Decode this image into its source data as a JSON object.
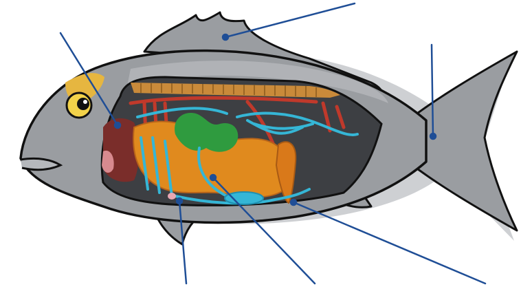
{
  "diagram": {
    "subject": "fish-internal-anatomy",
    "colors": {
      "body": "#9a9da1",
      "body_dark": "#7f8286",
      "shadow": "#a7aaae",
      "cavity": "#3d3f43",
      "outline": "#111111",
      "eye_patch": "#e6b640",
      "gill": "#7a2d2a",
      "gill_light": "#d88a8f",
      "vessel_red": "#c0392b",
      "vessel_blue": "#35b6d6",
      "intestine": "#e08a1e",
      "stomach": "#2f9b3f",
      "spine": "#b8742a",
      "leader_line": "#1f4e96"
    },
    "leader_lines": [
      {
        "target": "gills"
      },
      {
        "target": "dorsal-fin"
      },
      {
        "target": "tail-muscle"
      },
      {
        "target": "heart"
      },
      {
        "target": "intestine"
      },
      {
        "target": "gonad"
      }
    ]
  }
}
